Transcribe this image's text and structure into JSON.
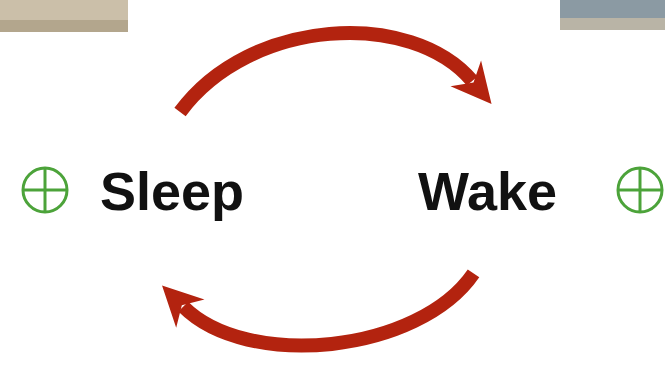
{
  "diagram": {
    "nodes": [
      {
        "text": [
          "Sleep"
        ]
      },
      {
        "text": [
          "Wake"
        ]
      }
    ],
    "edges": [
      {
        "from": 0,
        "to": 1,
        "arrow": "to"
      },
      {
        "from": 1,
        "to": 0,
        "arrow": "to"
      }
    ]
  }
}
